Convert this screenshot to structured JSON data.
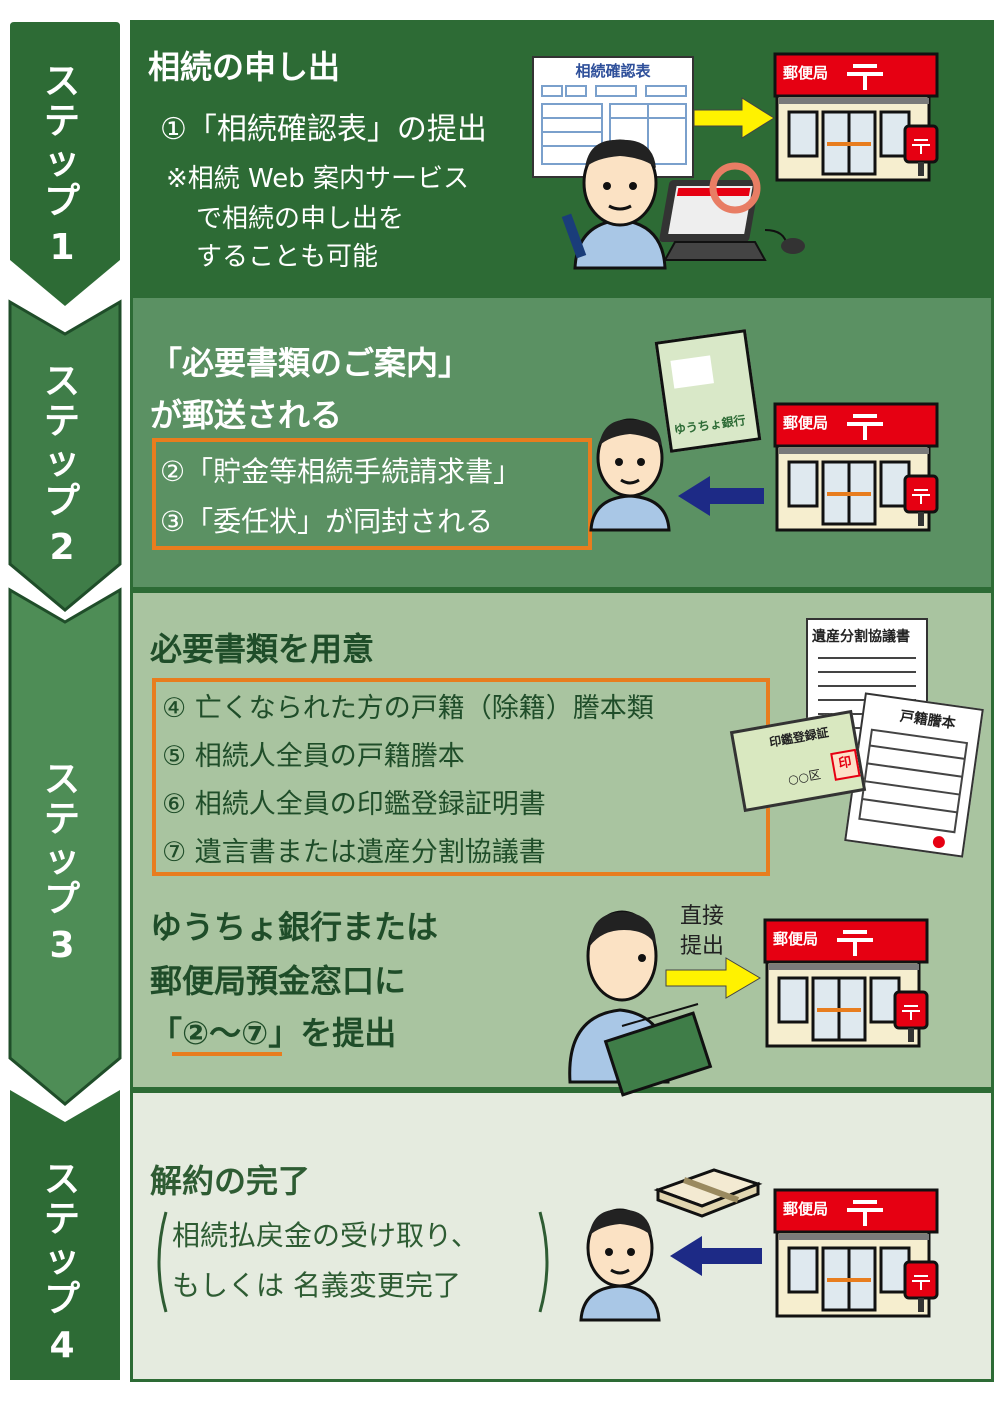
{
  "colors": {
    "step1": "#2d6b35",
    "step2": "#5b9163",
    "step3": "#a9c4a0",
    "step4": "#e5ebdf",
    "arrow_dark": "#2c6a34",
    "orange": "#e87d1e",
    "post_red": "#e60012",
    "yellow_arrow": "#fff200",
    "blue_arrow": "#1d2a86"
  },
  "steps": [
    {
      "chars": [
        "ス",
        "テ",
        "ッ",
        "プ"
      ],
      "num": "1"
    },
    {
      "chars": [
        "ス",
        "テ",
        "ッ",
        "プ"
      ],
      "num": "2"
    },
    {
      "chars": [
        "ス",
        "テ",
        "ッ",
        "プ"
      ],
      "num": "3"
    },
    {
      "chars": [
        "ス",
        "テ",
        "ッ",
        "プ"
      ],
      "num": "4"
    }
  ],
  "step1": {
    "title": "相続の申し出",
    "item1": "①「相続確認表」の提出",
    "note_line1": "※相続 Web 案内サービス",
    "note_line2": "で相続の申し出を",
    "note_line3": "することも可能",
    "form_title": "相続確認表",
    "post_office": "郵便局"
  },
  "step2": {
    "title_line1": "「必要書類のご案内」",
    "title_line2": "が郵送される",
    "item2": "②「貯金等相続手続請求書」",
    "item3": "③「委任状」が同封される",
    "envelope_label": "ゆうちょ銀行",
    "post_office": "郵便局"
  },
  "step3": {
    "title": "必要書類を用意",
    "item4": "④ 亡くなられた方の戸籍（除籍）謄本類",
    "item5": "⑤ 相続人全員の戸籍謄本",
    "item6": "⑥ 相続人全員の印鑑登録証明書",
    "item7": "⑦ 遺言書または遺産分割協議書",
    "doc1": "遺産分割協議書",
    "doc2": "戸籍謄本",
    "card_title": "印鑑登録証",
    "card_area": "○○区",
    "card_seal": "印",
    "submit_line1": "ゆうちょ銀行または",
    "submit_line2": "郵便局預金窓口に",
    "submit_line3": "「②〜⑦」を提出",
    "direct_line1": "直接",
    "direct_line2": "提出",
    "post_office": "郵便局"
  },
  "step4": {
    "title": "解約の完了",
    "line1": "相続払戻金の受け取り、",
    "line2": "もしくは 名義変更完了",
    "post_office": "郵便局"
  }
}
